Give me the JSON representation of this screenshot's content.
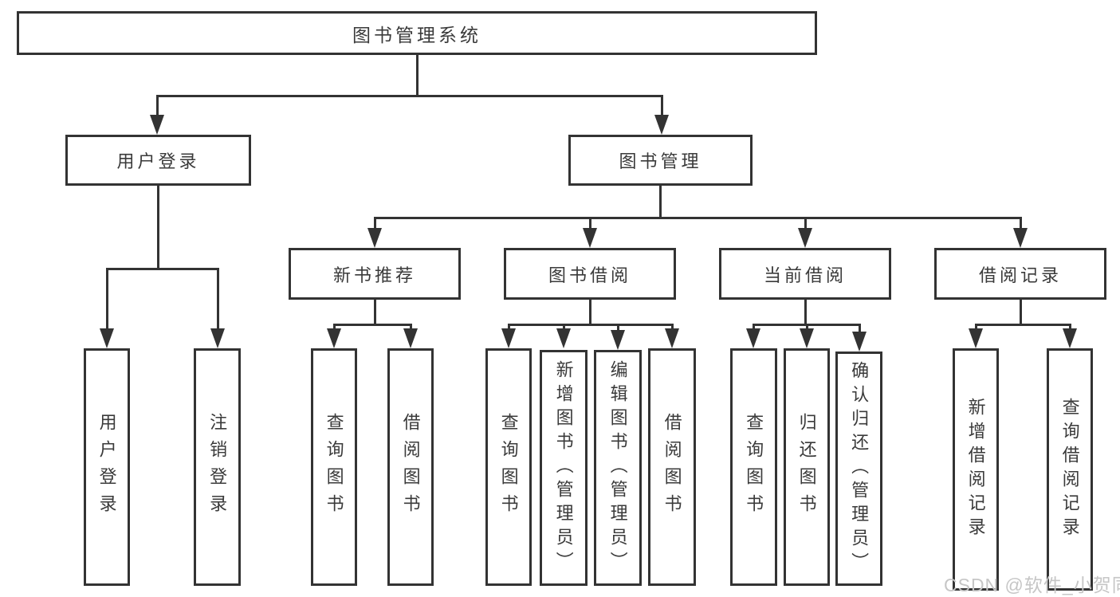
{
  "tree": {
    "label": "图书管理系统",
    "children": [
      {
        "label": "用户登录",
        "children": [
          {
            "label": "用户登录"
          },
          {
            "label": "注销登录"
          }
        ]
      },
      {
        "label": "图书管理",
        "children": [
          {
            "label": "新书推荐",
            "children": [
              {
                "label": "查询图书"
              },
              {
                "label": "借阅图书"
              }
            ]
          },
          {
            "label": "图书借阅",
            "children": [
              {
                "label": "查询图书"
              },
              {
                "label": "新增图书（管理员）"
              },
              {
                "label": "编辑图书（管理员）"
              },
              {
                "label": "借阅图书"
              }
            ]
          },
          {
            "label": "当前借阅",
            "children": [
              {
                "label": "查询图书"
              },
              {
                "label": "归还图书"
              },
              {
                "label": "确认归还（管理员）"
              }
            ]
          },
          {
            "label": "借阅记录",
            "children": [
              {
                "label": "新增借阅记录"
              },
              {
                "label": "查询借阅记录"
              }
            ]
          }
        ]
      }
    ]
  },
  "watermark": {
    "text": "CSDN @软件_小贺同学"
  },
  "colors": {
    "line": "#333333",
    "text": "#3a3a3a",
    "background": "#ffffff",
    "watermark": "#c6c6c6"
  }
}
